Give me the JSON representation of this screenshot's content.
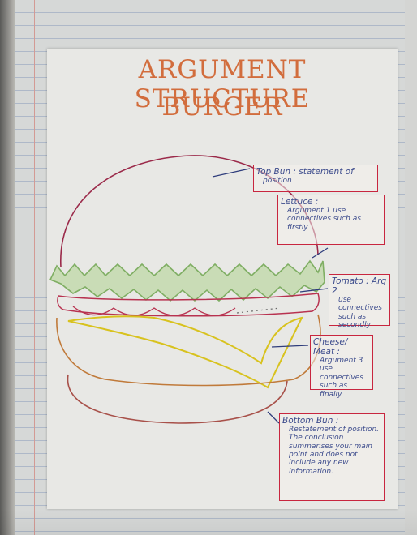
{
  "title": {
    "line1": "ARGUMENT STRUCTURE",
    "line2": "BURGER"
  },
  "labels": {
    "top_bun": {
      "title": "Top Bun : statement of",
      "text": "position"
    },
    "lettuce": {
      "title": "Lettuce :",
      "text": "Argument 1 use connectives such as firstly"
    },
    "tomato": {
      "title": "Tomato : Arg 2",
      "text": "use connectives such as secondly"
    },
    "cheese_meat": {
      "title": "Cheese/ Meat :",
      "text": "Argument 3 use connectives such as finally"
    },
    "bottom_bun": {
      "title": "Bottom Bun :",
      "text": "Restatement of position. The conclusion summarises your main point and does not include any new information."
    }
  },
  "colors": {
    "title_orange": "#d26d3d",
    "box_red": "#c8263f",
    "ink_blue": "#3c4b8c",
    "bun_outline": "#9b2a4a",
    "lettuce_green": "#7fae63",
    "cheese_yellow": "#d8c21e",
    "bottom_bun_outline": "#c07a3a"
  }
}
